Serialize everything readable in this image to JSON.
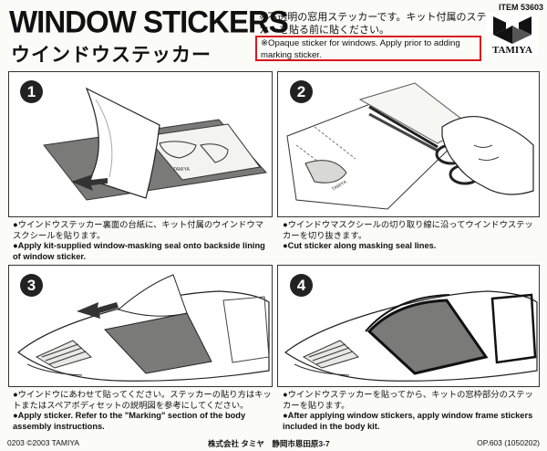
{
  "header": {
    "title_en": "WINDOW STICKERS",
    "title_jp": "ウインドウステッカー",
    "note_jp": "※不透明の窓用ステッカーです。キット付属のステッカーを貼る前に貼ください。",
    "note_en": "※Opaque sticker for windows. Apply prior to adding marking sticker.",
    "item_number": "ITEM 53603",
    "brand": "TAMIYA",
    "accent_color": "#d9161c"
  },
  "steps": [
    {
      "number": "1",
      "caption_jp": "●ウインドウステッカー裏面の台紙に、キット付属のウインドウマスクシールを貼ります。",
      "caption_en": "●Apply kit-supplied window-masking seal onto backside lining of window sticker."
    },
    {
      "number": "2",
      "caption_jp": "●ウインドウマスクシールの切り取り線に沿ってウインドウステッカーを切り抜きます。",
      "caption_en": "●Cut sticker along masking seal lines."
    },
    {
      "number": "3",
      "caption_jp": "●ウインドウにあわせて貼ってください。ステッカーの貼り方はキットまたはスペアボディセットの説明図を参考にしてください。",
      "caption_en": "●Apply sticker. Refer to the \"Marking\" section of the body assembly instructions."
    },
    {
      "number": "4",
      "caption_jp": "●ウインドウステッカーを貼ってから、キットの窓枠部分のステッカーを貼ります。",
      "caption_en": "●After applying window stickers, apply window frame stickers included in the body kit."
    }
  ],
  "footer": {
    "left": "0203 ©2003 TAMIYA",
    "center": "株式会社 タミヤ　静岡市恩田原3-7",
    "right": "OP.603 (1050202)"
  }
}
